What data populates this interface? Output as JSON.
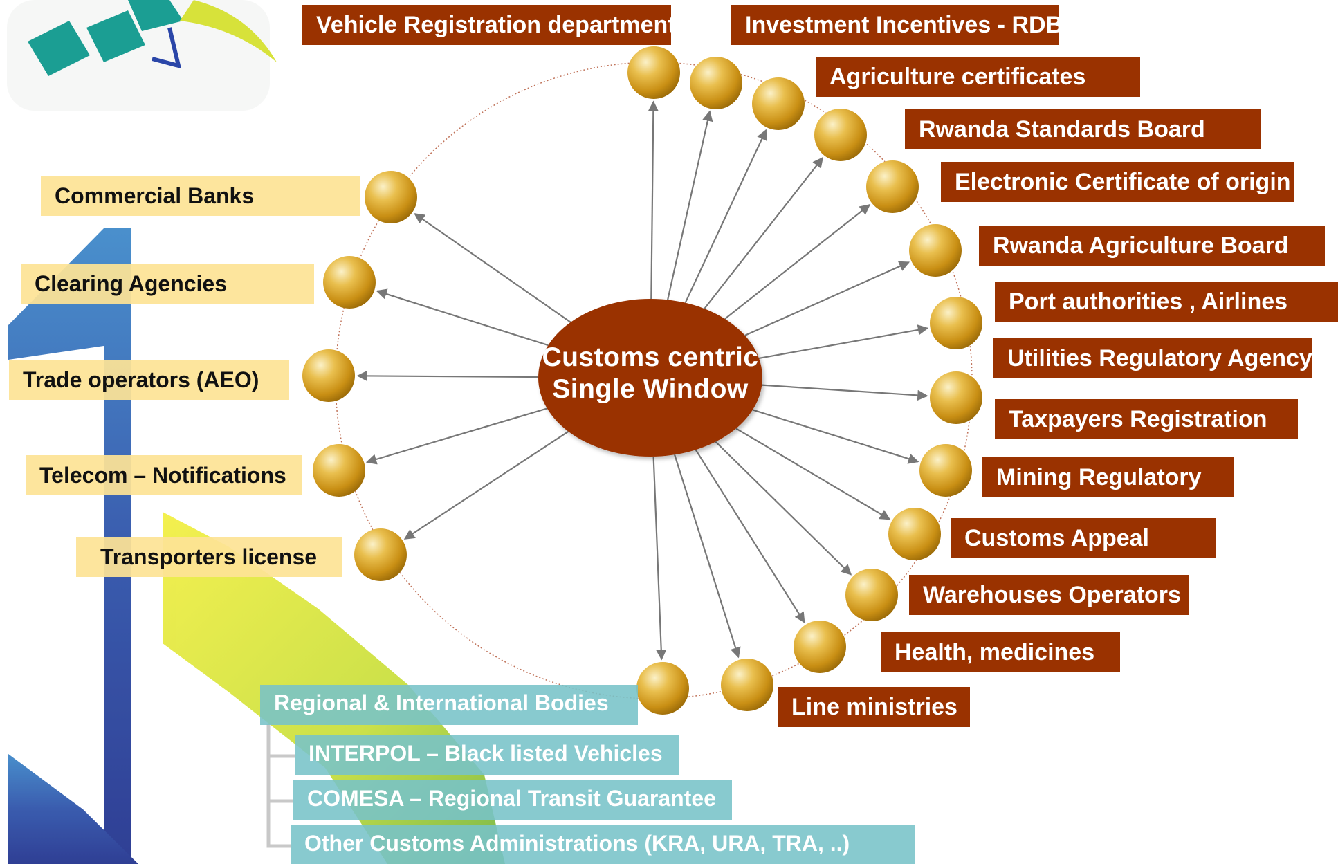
{
  "hub": {
    "line1": "Customs centric",
    "line2": "Single Window"
  },
  "agencies_right": [
    "Vehicle Registration department",
    "Investment Incentives - RDB",
    "Agriculture certificates",
    "Rwanda Standards Board",
    "Electronic Certificate of origin",
    "Rwanda Agriculture Board",
    "Port authorities , Airlines",
    "Utilities Regulatory Agency",
    "Taxpayers Registration",
    "Mining Regulatory",
    "Customs Appeal",
    "Warehouses  Operators",
    "Health, medicines",
    "Line ministries"
  ],
  "agencies_left": [
    "Commercial Banks",
    "Clearing  Agencies",
    "Trade operators (AEO)",
    "Telecom – Notifications",
    "Transporters license"
  ],
  "partners": {
    "header": "Regional & International Bodies",
    "items": [
      "INTERPOL – Black listed Vehicles",
      "COMESA – Regional Transit Guarantee",
      "Other Customs Administrations (KRA, URA, TRA, ..)"
    ]
  },
  "colors": {
    "hub_fill": "#9a3200",
    "right_box_fill": "#9a3200",
    "left_box_fill": "#fde396",
    "partner_box_fill": "#78c3c8",
    "node_gold": "#d8a520",
    "arrow": "#777777",
    "ring": "#c0735a"
  }
}
